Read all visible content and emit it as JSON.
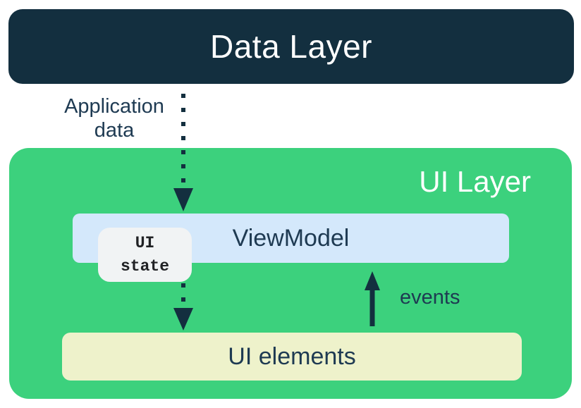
{
  "colors": {
    "background": "#ffffff",
    "navy": "#132f3f",
    "green": "#3cd17d",
    "light_blue": "#d4e8fb",
    "cream": "#eef2cb",
    "badge_gray": "#f1f3f4",
    "text_navy": "#1e3a52",
    "badge_text": "#202124",
    "white_text": "#ffffff"
  },
  "diagram": {
    "data_layer_label": "Data Layer",
    "application_data_label": "Application\ndata",
    "ui_layer_label": "UI Layer",
    "viewmodel_label": "ViewModel",
    "ui_state_label": "UI\nstate",
    "events_label": "events",
    "ui_elements_label": "UI elements"
  }
}
